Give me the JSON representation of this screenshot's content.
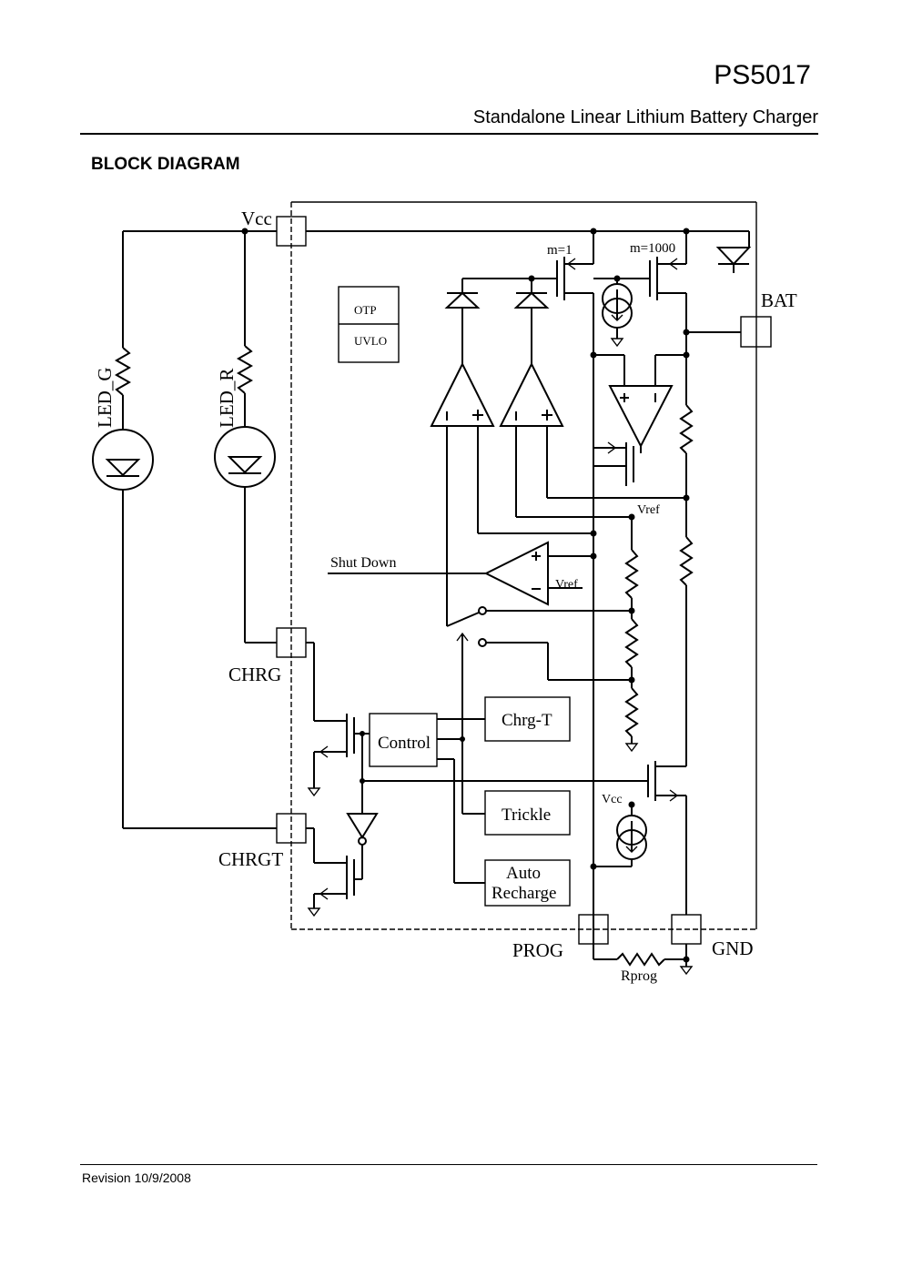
{
  "header": {
    "part_number": "PS5017",
    "subtitle": "Standalone Linear Lithium Battery Charger"
  },
  "section": {
    "title": "BLOCK DIAGRAM"
  },
  "diagram": {
    "pins": {
      "vcc": "Vcc",
      "bat": "BAT",
      "chrg": "CHRG",
      "chrgt": "CHRGT",
      "prog": "PROG",
      "gnd": "GND"
    },
    "leds": {
      "green": "LED_G",
      "red": "LED_R"
    },
    "protection": {
      "otp": "OTP",
      "uvlo": "UVLO"
    },
    "mirror": {
      "m1": "m=1",
      "m1000": "m=1000"
    },
    "signals": {
      "shutdown": "Shut Down",
      "vref_top": "Vref",
      "vref_comp": "Vref",
      "vcc_inner": "Vcc",
      "rprog": "Rprog"
    },
    "blocks": {
      "control": "Control",
      "chrg_t": "Chrg-T",
      "trickle": "Trickle",
      "auto_line1": "Auto",
      "auto_line2": "Recharge"
    }
  },
  "footer": {
    "revision": "Revision 10/9/2008"
  }
}
